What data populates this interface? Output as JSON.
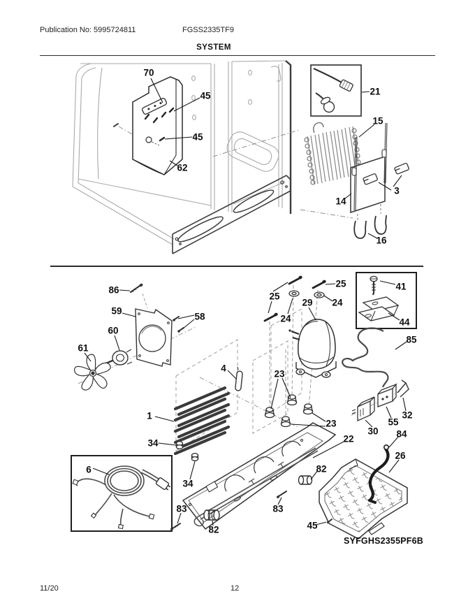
{
  "header": {
    "publication": "Publication No: 5995724811",
    "model": "FGSS2335TF9",
    "section_title": "SYSTEM"
  },
  "footer": {
    "date": "11/20",
    "page_number": "12"
  },
  "diagram": {
    "assembly_code": "SYFGHS2355PF6B"
  },
  "callouts": [
    "70",
    "45",
    "45",
    "62",
    "21",
    "15",
    "3",
    "14",
    "16",
    "86",
    "59",
    "58",
    "60",
    "61",
    "25",
    "24",
    "29",
    "25",
    "24",
    "41",
    "44",
    "85",
    "4",
    "23",
    "23",
    "1",
    "34",
    "34",
    "6",
    "22",
    "30",
    "55",
    "32",
    "84",
    "26",
    "82",
    "82",
    "83",
    "83",
    "45"
  ]
}
